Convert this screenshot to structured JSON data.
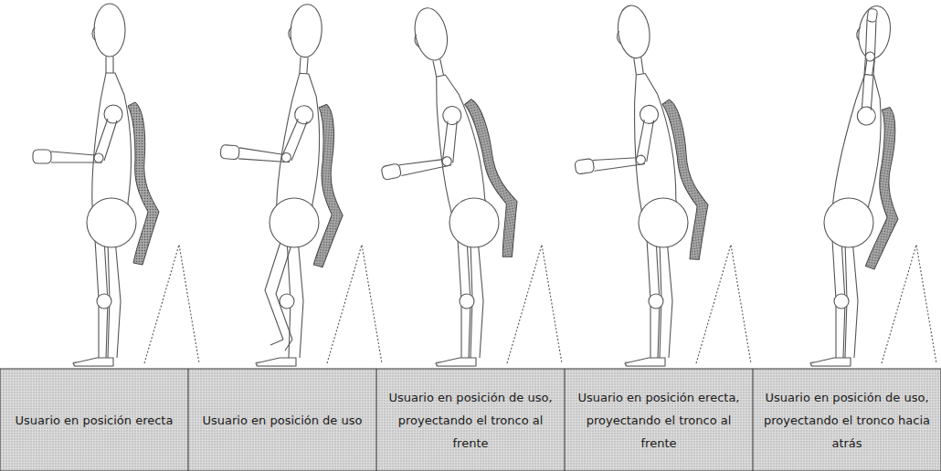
{
  "diagram": {
    "labels": [
      "Usuario en posición erecta",
      "Usuario en posición de uso",
      "Usuario en posición de uso, proyectando el tronco al frente",
      "Usuario en posición erecta, proyectando el tronco al frente",
      "Usuario en posición de uso, proyectando el tronco hacia atrás"
    ]
  }
}
